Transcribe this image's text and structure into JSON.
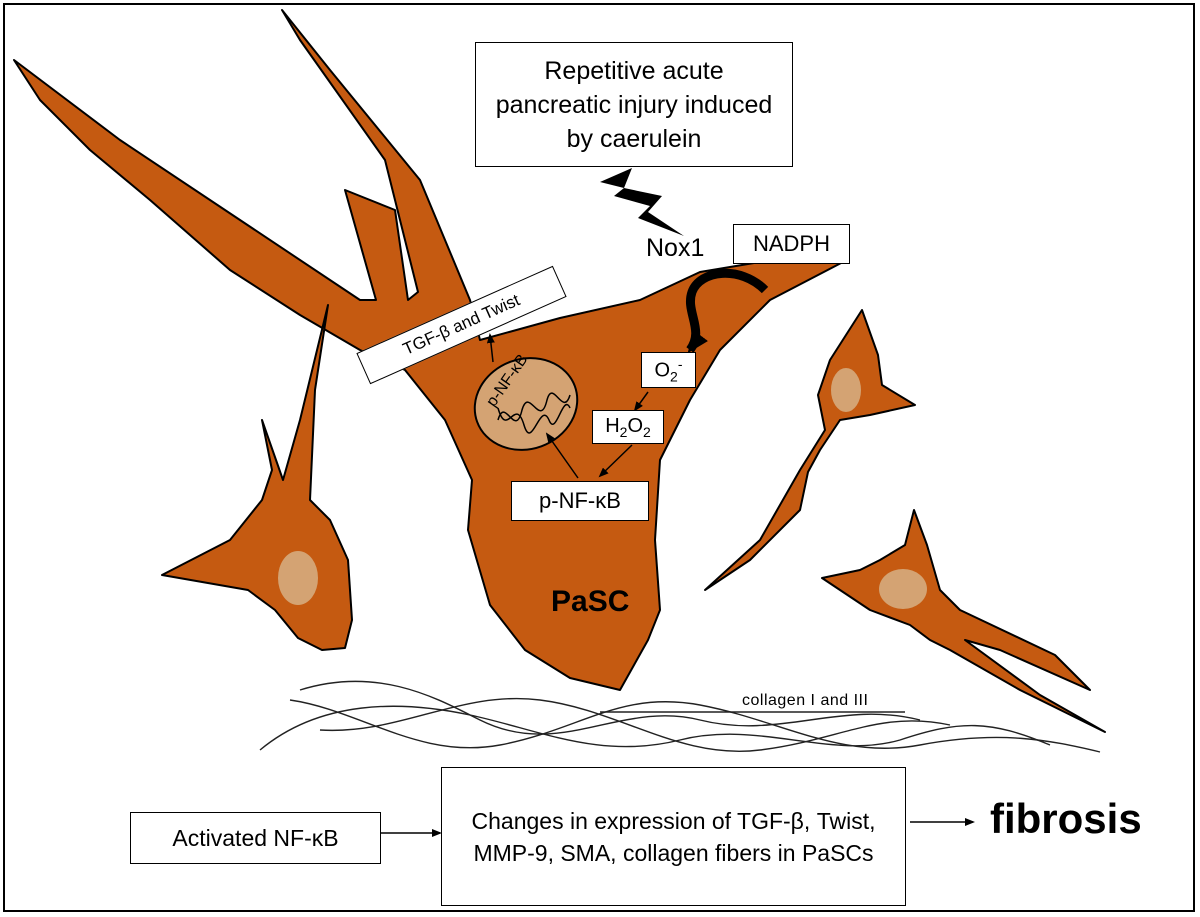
{
  "injury_box": {
    "text": "Repetitive acute pancreatic injury induced by caerulein"
  },
  "nox1": "Nox1",
  "nadph": "NADPH",
  "superoxide": {
    "base": "O",
    "sub": "2",
    "sup": "-"
  },
  "h2o2": {
    "p1": "H",
    "sub1": "2",
    "p2": "O",
    "sub2": "2"
  },
  "tgf_twist": "TGF-β and Twist",
  "nucleus_label": "p-NF-κB",
  "pnfkb": "p-NF-κB",
  "pasc": "PaSC",
  "collagen": "collagen I and III",
  "activated": "Activated NF-κB",
  "changes": "Changes in expression of TGF-β, Twist, MMP-9, SMA, collagen fibers in PaSCs",
  "fibrosis": "fibrosis",
  "colors": {
    "cell_fill": "#c55a11",
    "nucleus_fill": "#d4a373",
    "outline": "#000000"
  }
}
